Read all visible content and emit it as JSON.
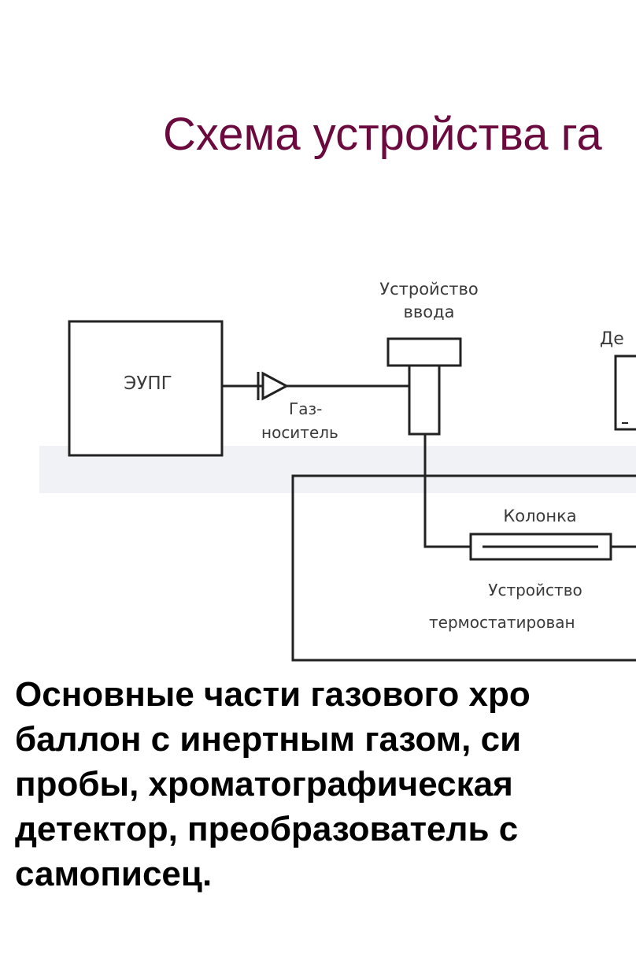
{
  "slide": {
    "title": "Схема устройства га",
    "text_color": "#000000",
    "title_color": "#6b0a3e"
  },
  "diagram": {
    "labels": {
      "eupg": "ЭУПГ",
      "input_device_line1": "Устройство",
      "input_device_line2": "ввода",
      "carrier_gas_line1": "Газ-",
      "carrier_gas_line2": "носитель",
      "detector_partial": "Де",
      "column": "Колонка",
      "thermo_line1": "Устройство",
      "thermo_line2": "термостатирован"
    },
    "line_color": "#222222",
    "label_color": "#3a3a3a"
  },
  "description": {
    "lines": [
      "Основные части газового хро",
      "баллон с инертным газом, си",
      "пробы, хроматографическая",
      "детектор, преобразователь с",
      "самописец."
    ]
  }
}
